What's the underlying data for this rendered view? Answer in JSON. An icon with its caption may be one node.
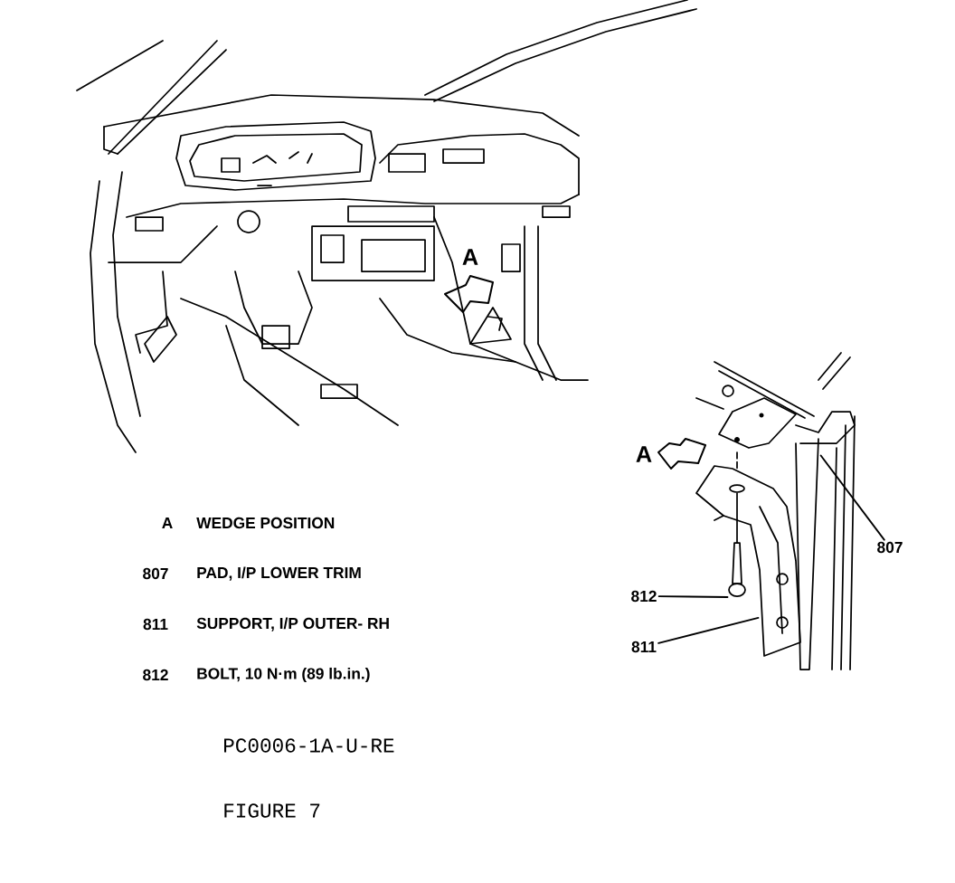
{
  "diagram": {
    "nodes": [
      {
        "text": [
          "807"
        ]
      },
      {
        "text": [
          "812"
        ]
      },
      {
        "text": [
          "811"
        ]
      },
      {
        "text": [],
        "shape": "picture"
      },
      {
        "text": [],
        "shape": "picture"
      },
      {
        "text": [],
        "shape": "picture"
      }
    ],
    "edges": [
      {
        "from": 0,
        "to": 3,
        "arrow": "none"
      },
      {
        "from": 1,
        "to": 4,
        "arrow": "none"
      },
      {
        "from": 2,
        "to": 5,
        "arrow": "none"
      }
    ],
    "labels": [
      "A",
      "A",
      "A",
      "WEDGE POSITION",
      "807",
      "PAD, I/P LOWER TRIM",
      "811",
      "SUPPORT, I/P OUTER- RH",
      "812",
      "BOLT, 10 N·m (89 lb.in.)",
      "PC0006-1A-U-RE",
      "FIGURE 7"
    ]
  }
}
